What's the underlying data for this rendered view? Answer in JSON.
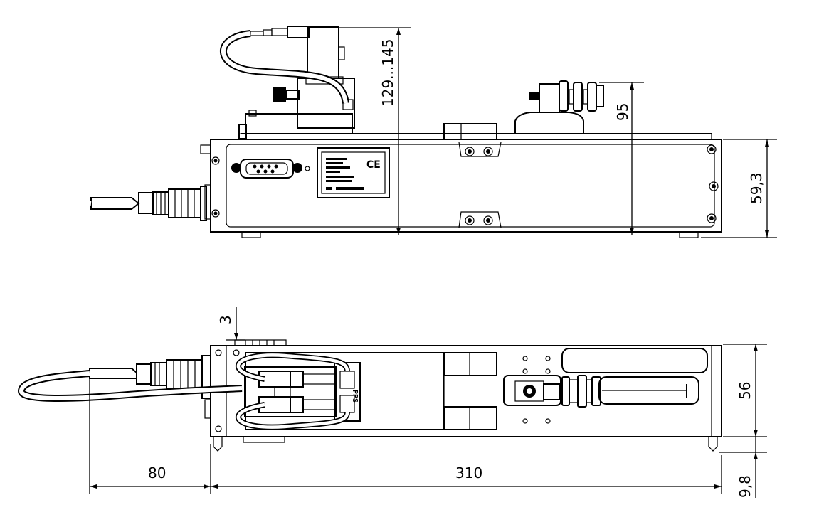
{
  "dimensions": {
    "side_height_range": "129...145",
    "side_height_mid": "95",
    "side_body_height": "59,3",
    "top_offset": "3",
    "top_width": "56",
    "top_foot": "9,8",
    "top_cable_length": "80",
    "top_body_length": "310"
  },
  "label_plate": {
    "ce_mark": "CE"
  },
  "connector_label": "PPS"
}
